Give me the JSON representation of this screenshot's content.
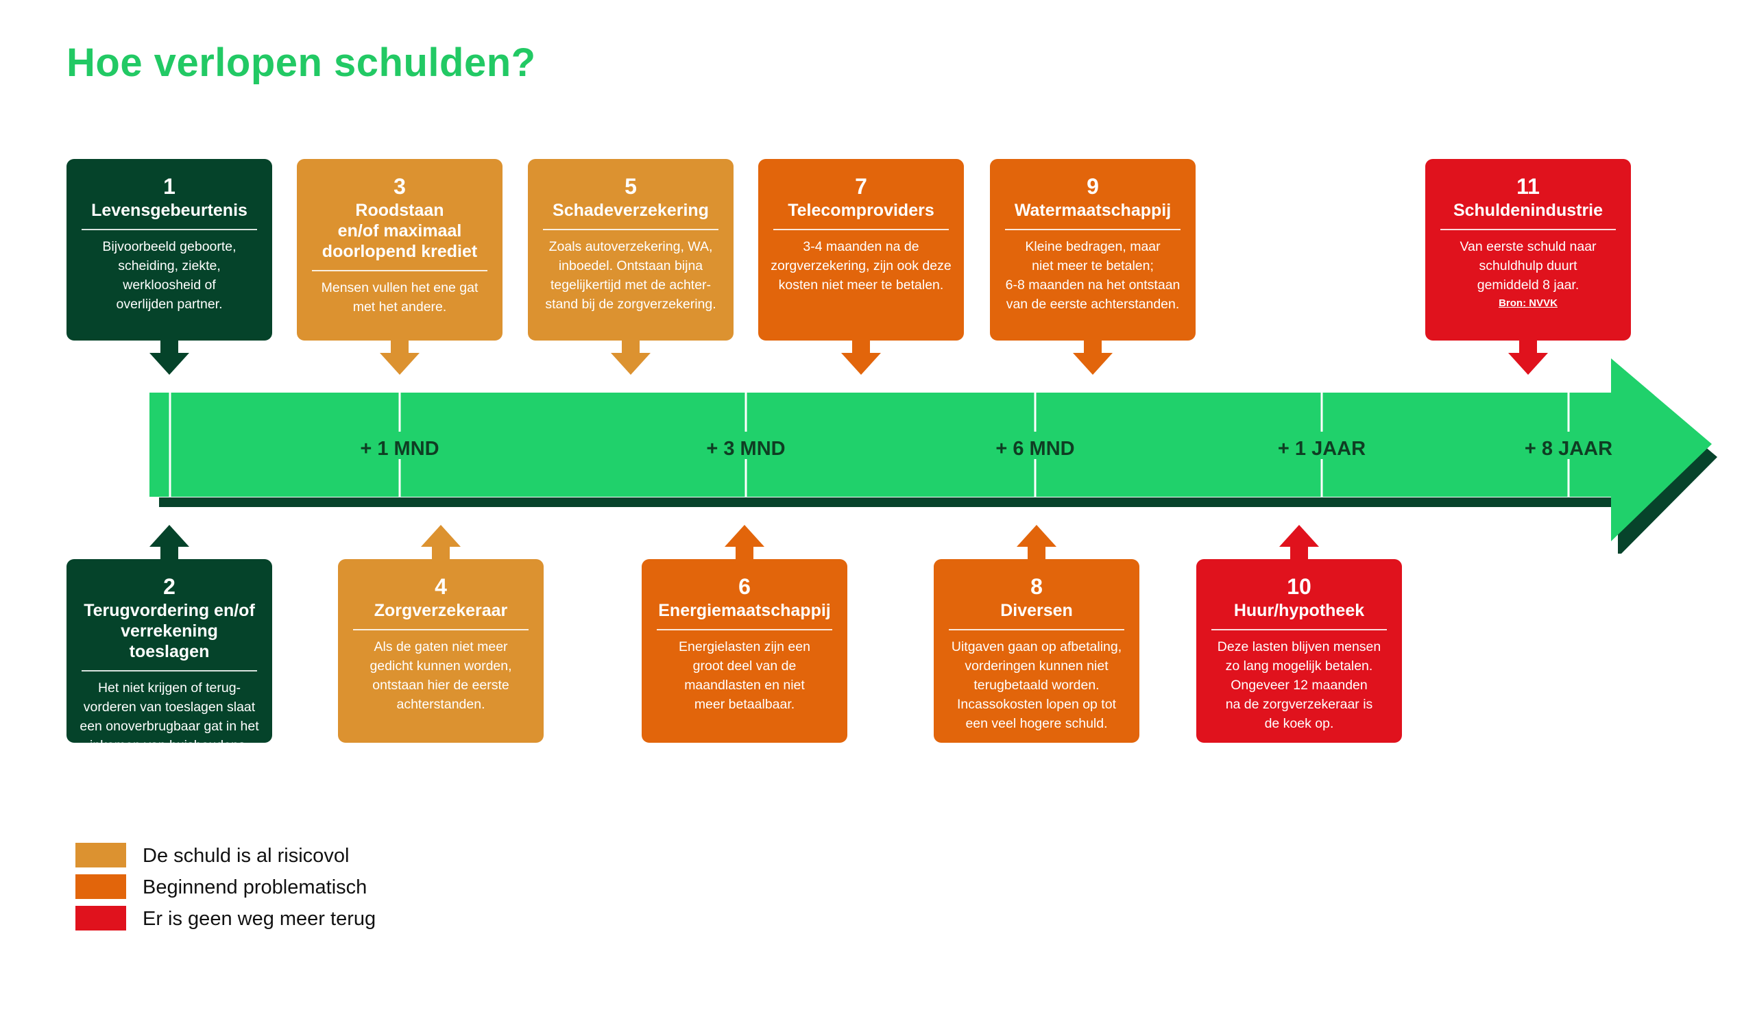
{
  "title": "Hoe verlopen schulden?",
  "colors": {
    "dark_green": "#05432a",
    "light_orange": "#dc9230",
    "orange": "#e2650b",
    "red": "#e0121d",
    "arrow_green": "#20d16b",
    "arrow_shadow": "#07432b",
    "tick_text": "#0f3d23",
    "title_green": "#22c964"
  },
  "timeline": {
    "ticks": [
      "+ 1 MND",
      "+ 3 MND",
      "+ 6 MND",
      "+ 1 JAAR",
      "+ 8 JAAR"
    ]
  },
  "steps": [
    {
      "num": "1",
      "title": [
        "Levensgebeurtenis"
      ],
      "desc": [
        "Bijvoorbeeld geboorte,",
        "scheiding, ziekte,",
        "werkloosheid of",
        "overlijden partner."
      ],
      "color": "dark_green",
      "position": "top"
    },
    {
      "num": "2",
      "title": [
        "Terugvordering en/of",
        "verrekening toeslagen"
      ],
      "desc": [
        "Het niet krijgen of terug-",
        "vorderen van toeslagen slaat",
        "een onoverbrugbaar gat in het",
        "inkomen van huishoudens."
      ],
      "color": "dark_green",
      "position": "bottom"
    },
    {
      "num": "3",
      "title": [
        "Roodstaan",
        "en/of maximaal",
        "doorlopend krediet"
      ],
      "desc": [
        "Mensen vullen het ene gat",
        "met het andere."
      ],
      "color": "light_orange",
      "position": "top"
    },
    {
      "num": "4",
      "title": [
        "Zorgverzekeraar"
      ],
      "desc": [
        "Als de gaten niet meer",
        "gedicht kunnen worden,",
        "ontstaan hier de eerste",
        "achterstanden."
      ],
      "color": "light_orange",
      "position": "bottom"
    },
    {
      "num": "5",
      "title": [
        "Schadeverzekering"
      ],
      "desc": [
        "Zoals autoverzekering, WA,",
        "inboedel. Ontstaan bijna",
        "tegelijkertijd met de achter-",
        "stand bij de zorgverzekering."
      ],
      "color": "light_orange",
      "position": "top"
    },
    {
      "num": "6",
      "title": [
        "Energiemaatschappij"
      ],
      "desc": [
        "Energielasten zijn een",
        "groot deel van de",
        "maandlasten en niet",
        "meer betaalbaar."
      ],
      "color": "orange",
      "position": "bottom"
    },
    {
      "num": "7",
      "title": [
        "Telecomproviders"
      ],
      "desc": [
        "3-4 maanden na de",
        "zorgverzekering, zijn ook deze",
        "kosten niet meer te betalen."
      ],
      "color": "orange",
      "position": "top"
    },
    {
      "num": "8",
      "title": [
        "Diversen"
      ],
      "desc": [
        "Uitgaven gaan op afbetaling,",
        "vorderingen kunnen niet",
        "terugbetaald worden.",
        "Incassokosten lopen op tot",
        "een veel hogere schuld."
      ],
      "color": "orange",
      "position": "bottom"
    },
    {
      "num": "9",
      "title": [
        "Watermaatschappij"
      ],
      "desc": [
        "Kleine bedragen, maar",
        "niet meer te betalen;",
        "6-8 maanden na het ontstaan",
        "van de eerste achterstanden."
      ],
      "color": "orange",
      "position": "top"
    },
    {
      "num": "10",
      "title": [
        "Huur/hypotheek"
      ],
      "desc": [
        "Deze lasten blijven mensen",
        "zo lang mogelijk betalen.",
        "Ongeveer 12 maanden",
        "na de zorgverzekeraar is",
        "de koek op."
      ],
      "color": "red",
      "position": "bottom"
    },
    {
      "num": "11",
      "title": [
        "Schuldenindustrie"
      ],
      "desc": [
        "Van eerste schuld naar",
        "schuldhulp duurt",
        "gemiddeld 8 jaar."
      ],
      "source": "Bron: NVVK",
      "color": "red",
      "position": "top"
    }
  ],
  "legend": [
    {
      "label": "De schuld is al risicovol",
      "color": "light_orange"
    },
    {
      "label": "Beginnend problematisch",
      "color": "orange"
    },
    {
      "label": "Er is geen weg meer terug",
      "color": "red"
    }
  ]
}
